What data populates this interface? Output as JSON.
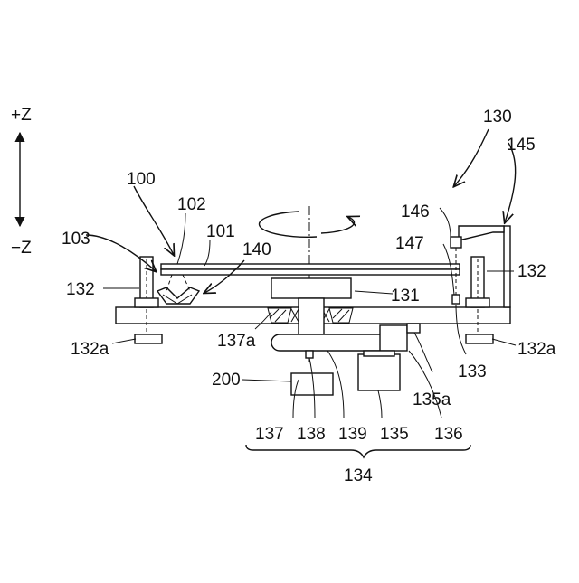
{
  "axis": {
    "plus": "+Z",
    "minus": "−Z"
  },
  "labels": {
    "l130": "130",
    "l145": "145",
    "l100": "100",
    "l102": "102",
    "l101": "101",
    "l146": "146",
    "l103": "103",
    "l140": "140",
    "l147": "147",
    "l132_left": "132",
    "l132_right": "132",
    "l131": "131",
    "l132a_left": "132a",
    "l132a_right": "132a",
    "l137a": "137a",
    "l133": "133",
    "l200": "200",
    "l135a": "135a",
    "l137": "137",
    "l138": "138",
    "l139": "139",
    "l135": "135",
    "l136": "136",
    "l134": "134"
  }
}
